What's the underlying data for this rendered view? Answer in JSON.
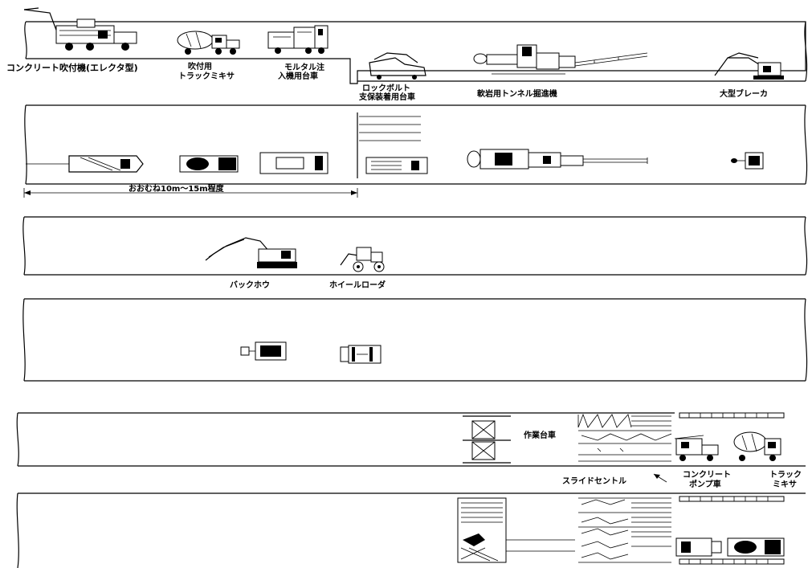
{
  "labels": {
    "concrete_sprayer": "コンクリート吹付機(エレクタ型)",
    "spray_truck_line1": "吹付用",
    "spray_truck_line2": "トラックミキサ",
    "mortar_line1": "モルタル注",
    "mortar_line2": "入機用台車",
    "rockbolt_line1": "ロックボルト",
    "rockbolt_line2": "支保装着用台車",
    "boring_machine": "軟岩用トンネル掘進機",
    "breaker": "大型ブレーカ",
    "dimension": "おおむね10m～15m程度",
    "backhoe": "バックホウ",
    "wheel_loader": "ホイールローダ",
    "work_cart": "作業台車",
    "slide_central": "スライドセントル",
    "pump_line1": "コンクリート",
    "pump_line2": "ポンプ車",
    "truck_line1": "トラック",
    "truck_line2": "ミキサ"
  },
  "icons": [
    "concrete-sprayer-icon",
    "truck-mixer-icon",
    "mortar-cart-icon",
    "rockbolt-cart-icon",
    "tunnel-boring-machine-icon",
    "breaker-icon",
    "backhoe-icon",
    "wheel-loader-icon",
    "work-cart-icon",
    "slide-central-icon",
    "concrete-pump-truck-icon"
  ]
}
